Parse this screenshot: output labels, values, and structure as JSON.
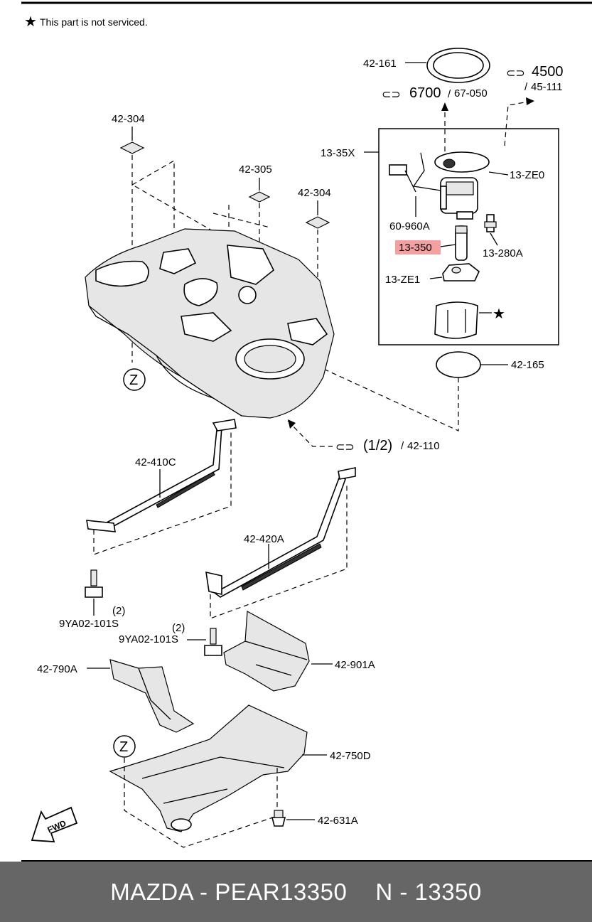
{
  "note": "This part is not serviced.",
  "labels": {
    "l42_161": "42-161",
    "ref_4500_num": "4500",
    "ref_4500_sub": "45-111",
    "ref_6700_num": "6700",
    "ref_6700_sub": "67-050",
    "l42_304a": "42-304",
    "l42_305": "42-305",
    "l42_304b": "42-304",
    "l13_35x": "13-35X",
    "l13_ze0": "13-ZE0",
    "l60_960a": "60-960A",
    "l13_350": "13-350",
    "l13_280a": "13-280A",
    "l13_ze1": "13-ZE1",
    "l42_165": "42-165",
    "ref_12_num": "(1/2)",
    "ref_12_sub": "42-110",
    "l42_410c": "42-410C",
    "l42_420a": "42-420A",
    "bolt1_qty": "(2)",
    "bolt1": "9YA02-101S",
    "bolt2_qty": "(2)",
    "bolt2": "9YA02-101S",
    "l42_790a": "42-790A",
    "l42_901a": "42-901A",
    "l42_750d": "42-750D",
    "l42_631a": "42-631A",
    "z1": "Z",
    "z2": "Z",
    "fwd": "FWD"
  },
  "highlight_color": "#f4a0a0",
  "footer": {
    "left": "MAZDA - PEAR13350",
    "right": "N - 13350"
  }
}
